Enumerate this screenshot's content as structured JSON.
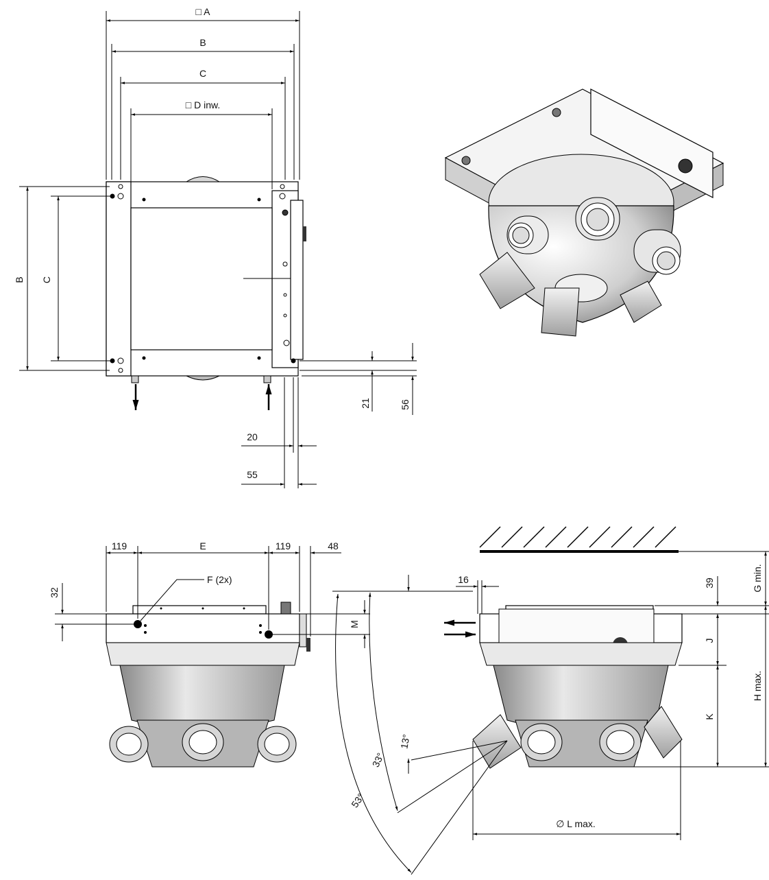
{
  "labels": {
    "A": "□ A",
    "B": "B",
    "C": "C",
    "D": "□ D  inw.",
    "B_vert": "B",
    "C_vert": "C",
    "d21": "21",
    "d56": "56",
    "d20": "20",
    "d55": "55",
    "d119_left": "119",
    "E": "E",
    "d119_right": "119",
    "d48": "48",
    "F": "F (2x)",
    "d32": "32",
    "M": "M",
    "d16": "16",
    "d39": "39",
    "Gmin": "G min.",
    "J": "J",
    "K": "K",
    "Hmax": "H max.",
    "a13": "13°",
    "a33": "33°",
    "a53": "53°",
    "Lmax": "∅ L max."
  },
  "colors": {
    "line": "#000000",
    "body_fill": "#ffffff",
    "shade_light": "#e6e6e6",
    "shade_mid": "#c8c8c8",
    "shade_dark": "#8a8a8a"
  }
}
